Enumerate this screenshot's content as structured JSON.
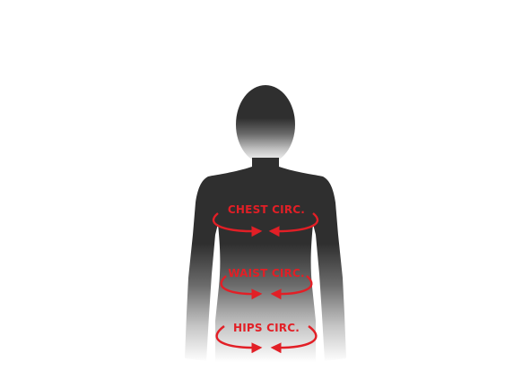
{
  "diagram": {
    "labels": {
      "chest": "CHEST CIRC.",
      "waist": "WAIST CIRC.",
      "hips": "HIPS CIRC."
    },
    "colors": {
      "silhouette_top": "#2f2f2f",
      "silhouette_bottom": "#ffffff",
      "accent": "#e21f26"
    }
  }
}
